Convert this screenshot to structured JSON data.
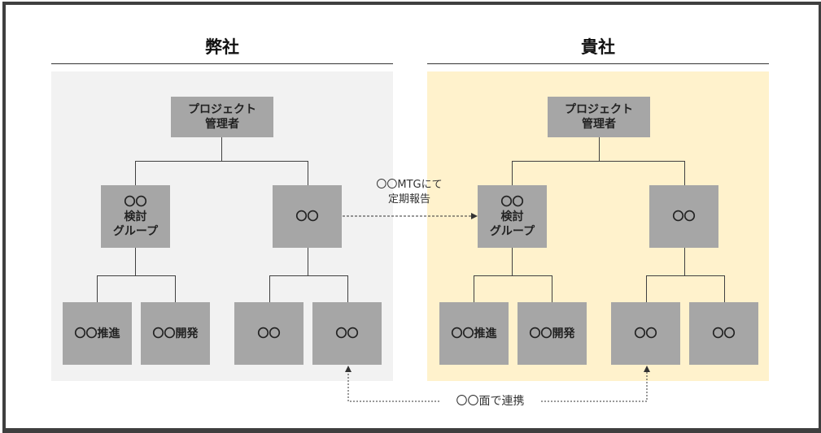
{
  "colors": {
    "frame": "#3f3f3f",
    "our_panel_bg": "#f2f2f2",
    "their_panel_bg": "#fff2cc",
    "box_fill": "#a6a6a6",
    "connector": "#404040"
  },
  "our_company": {
    "heading": "弊社",
    "manager": "プロジェクト\n管理者",
    "group_a": "〇〇\n検討\nグループ",
    "group_b": "〇〇",
    "a_child_1": "〇〇推進",
    "a_child_2": "〇〇開発",
    "b_child_1": "〇〇",
    "b_child_2": "〇〇"
  },
  "their_company": {
    "heading": "貴社",
    "manager": "プロジェクト\n管理者",
    "group_a": "〇〇\n検討\nグループ",
    "group_b": "〇〇",
    "a_child_1": "〇〇推進",
    "a_child_2": "〇〇開発",
    "b_child_1": "〇〇",
    "b_child_2": "〇〇"
  },
  "links": {
    "report": "〇〇MTGにて\n定期報告",
    "collab": "〇〇面で連携"
  }
}
